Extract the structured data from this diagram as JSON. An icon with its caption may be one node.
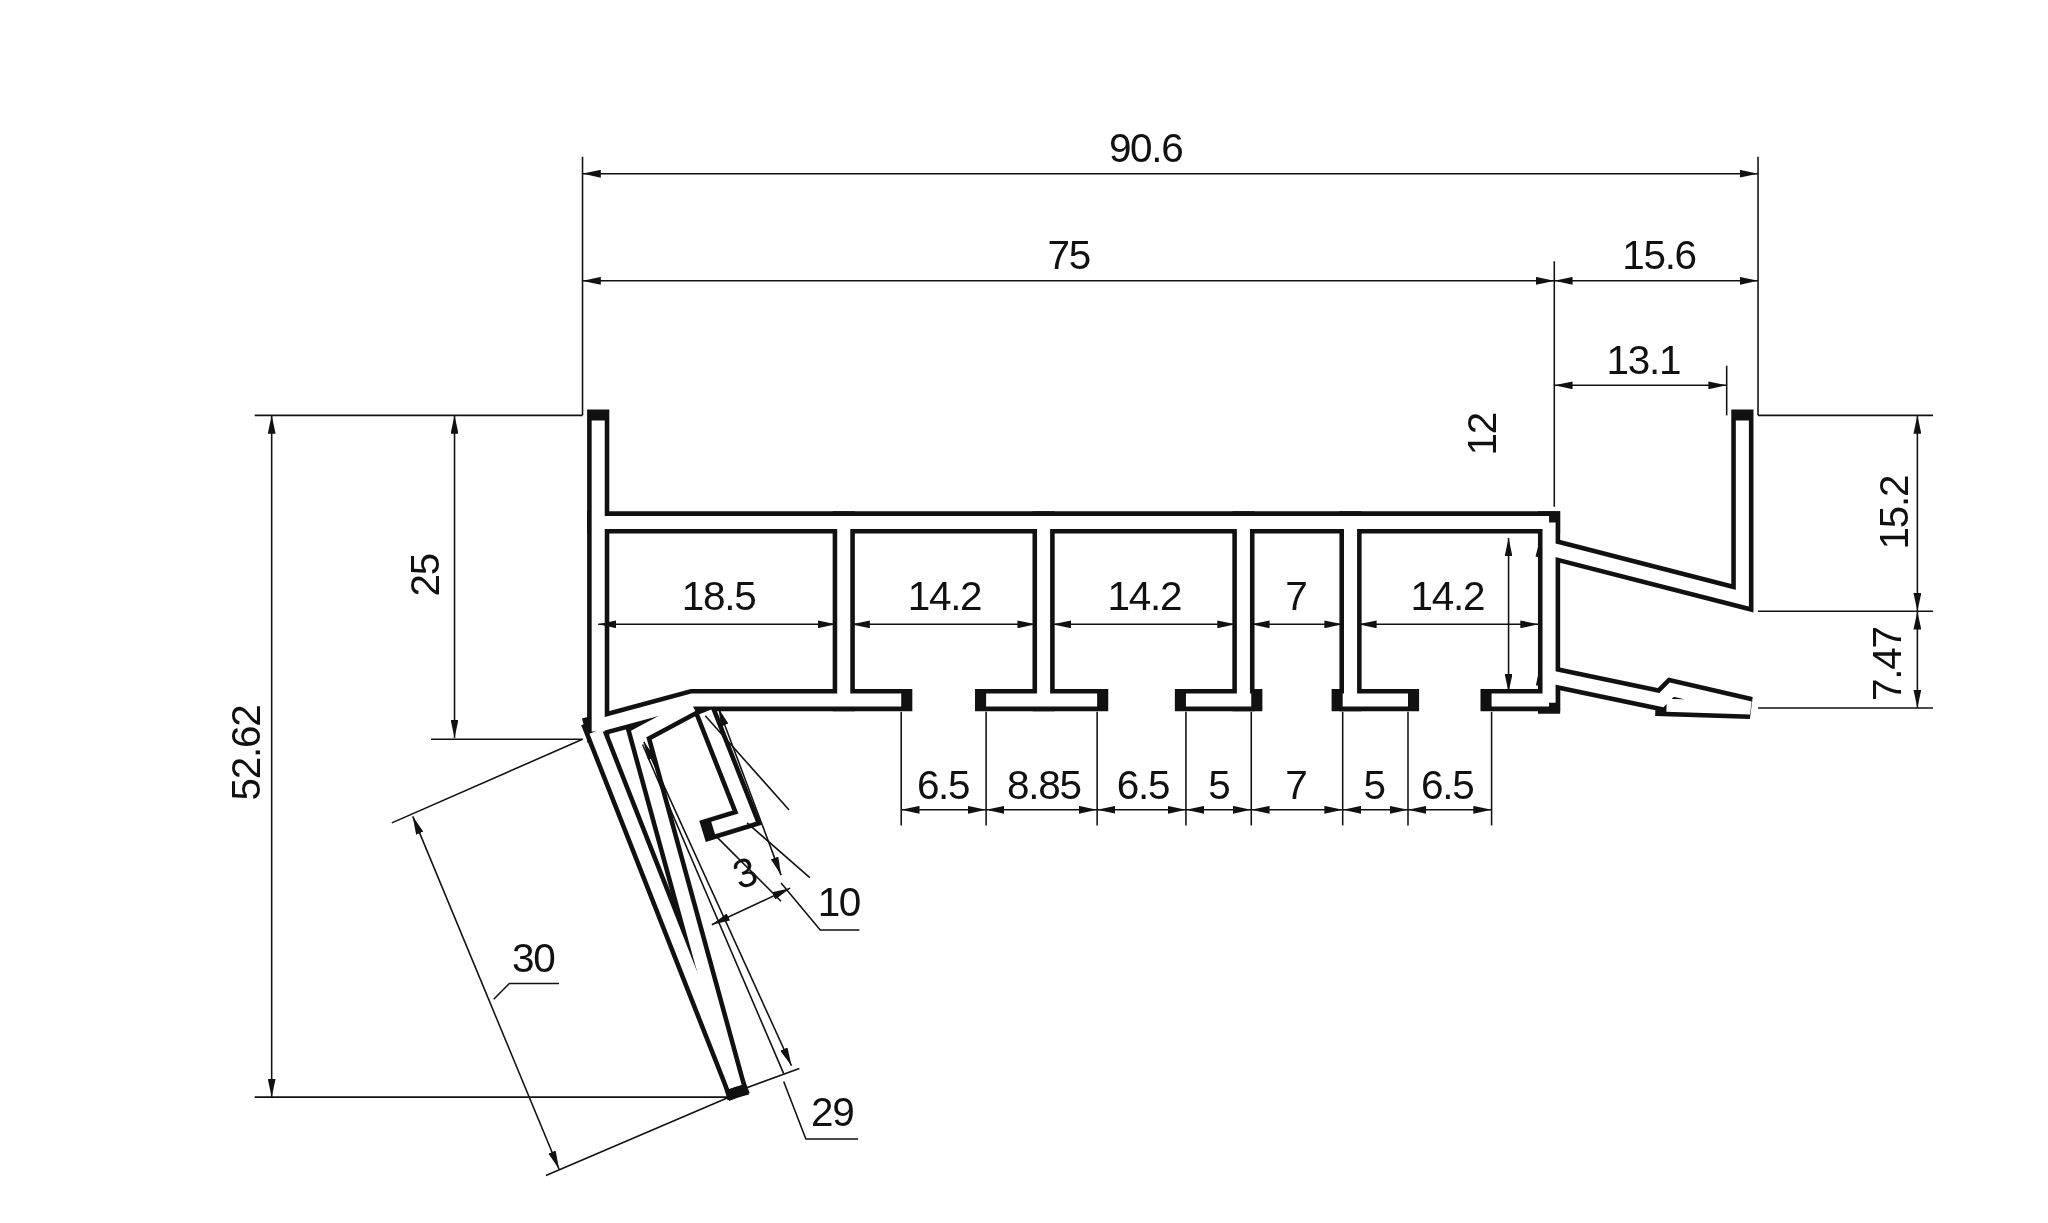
{
  "diagram": {
    "labels": [
      "90.6",
      "75",
      "15.6",
      "13.1",
      "12",
      "15.2",
      "25",
      "18.5",
      "14.2",
      "14.2",
      "7",
      "14.2",
      "7.47",
      "52.62",
      "6.5",
      "8.85",
      "6.5",
      "5",
      "7",
      "5",
      "6.5",
      "3",
      "10",
      "30",
      "29"
    ]
  }
}
